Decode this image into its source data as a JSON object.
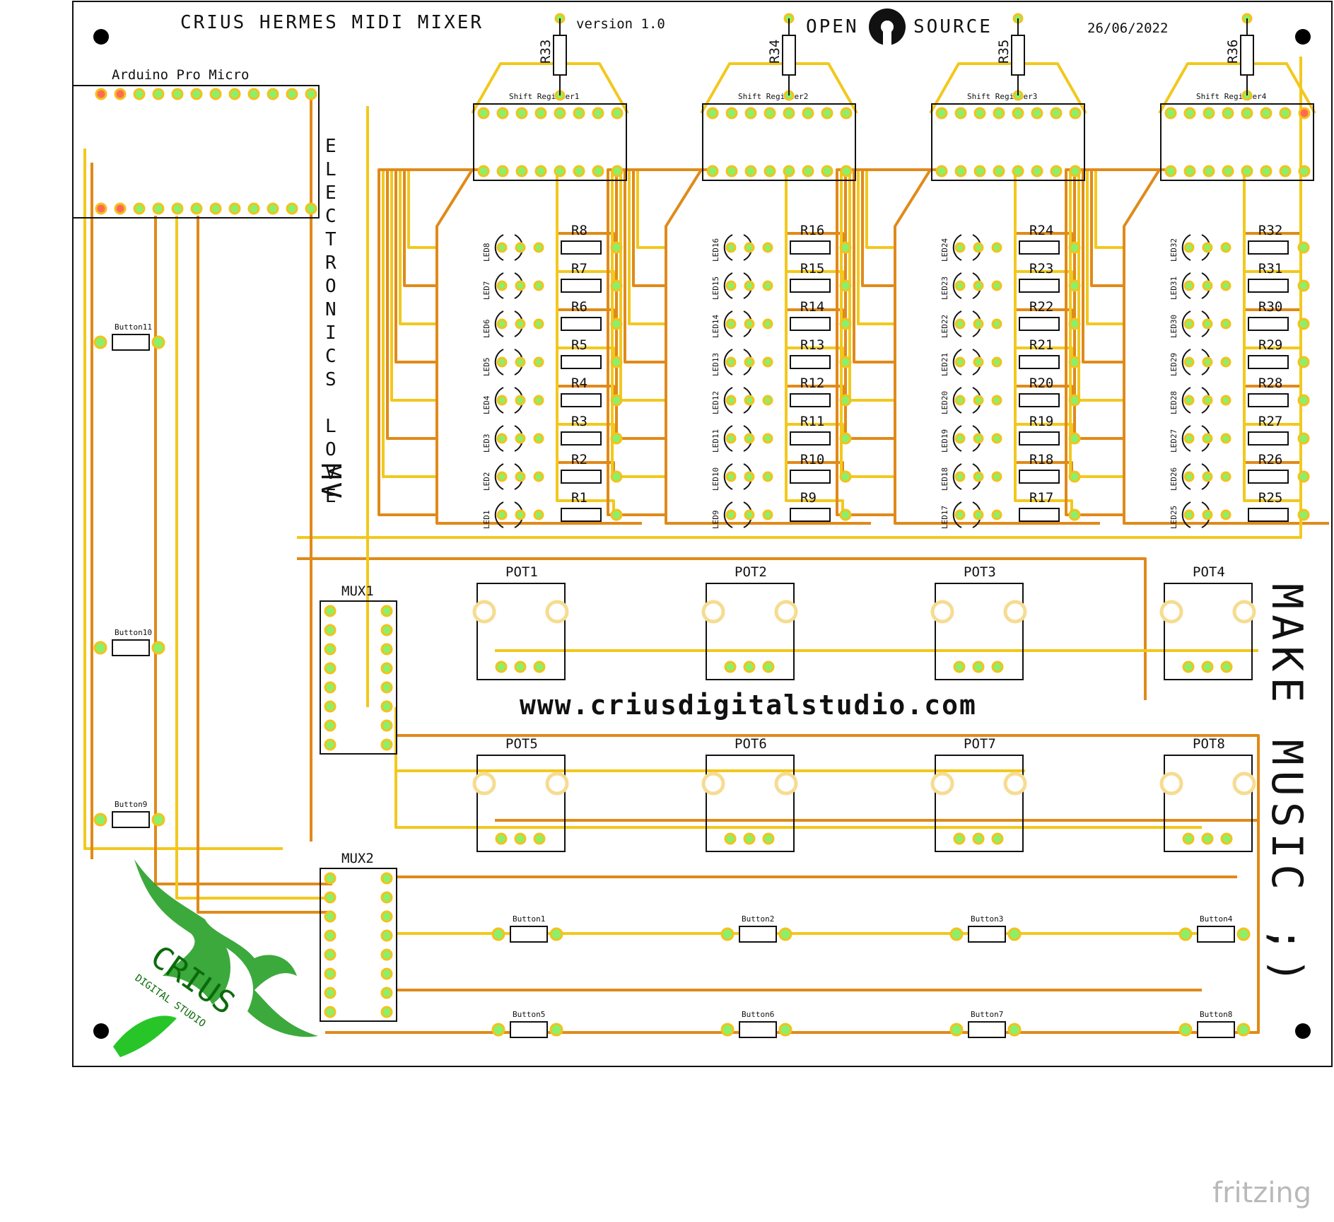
{
  "board": {
    "title": "CRIUS HERMES MIDI MIXER",
    "version": "version 1.0",
    "open_source": [
      "OPEN",
      "SOURCE"
    ],
    "date": "26/06/2022",
    "website": "www.criusdigitalstudio.com",
    "slogan": "MAKE MUSIC ;)",
    "vertical_note": "ELECTRONICS LOVE",
    "initials": "MV",
    "arduino_label": "Arduino Pro Micro",
    "logo_text": [
      "CRIUS",
      "DIGITAL STUDIO"
    ],
    "watermark": "fritzing",
    "colors": {
      "top_trace": "#f2c81e",
      "bottom_trace": "#e08a1a",
      "pad": "#8af06a",
      "pad_square": "#ff6a55",
      "logo": "#22cc22"
    }
  },
  "shift_registers": [
    "Shift Register1",
    "Shift Register2",
    "Shift Register3",
    "Shift Register4"
  ],
  "pullup_resistors": [
    "R33",
    "R34",
    "R35",
    "R36"
  ],
  "leds": [
    [
      "LED8",
      "LED7",
      "LED6",
      "LED5",
      "LED4",
      "LED3",
      "LED2",
      "LED1"
    ],
    [
      "LED16",
      "LED15",
      "LED14",
      "LED13",
      "LED12",
      "LED11",
      "LED10",
      "LED9"
    ],
    [
      "LED24",
      "LED23",
      "LED22",
      "LED21",
      "LED20",
      "LED19",
      "LED18",
      "LED17"
    ],
    [
      "LED32",
      "LED31",
      "LED30",
      "LED29",
      "LED28",
      "LED27",
      "LED26",
      "LED25"
    ]
  ],
  "resistors": [
    [
      "R8",
      "R7",
      "R6",
      "R5",
      "R4",
      "R3",
      "R2",
      "R1"
    ],
    [
      "R16",
      "R15",
      "R14",
      "R13",
      "R12",
      "R11",
      "R10",
      "R9"
    ],
    [
      "R24",
      "R23",
      "R22",
      "R21",
      "R20",
      "R19",
      "R18",
      "R17"
    ],
    [
      "R32",
      "R31",
      "R30",
      "R29",
      "R28",
      "R27",
      "R26",
      "R25"
    ]
  ],
  "multiplexers": [
    "MUX1",
    "MUX2"
  ],
  "pots": [
    "POT1",
    "POT2",
    "POT3",
    "POT4",
    "POT5",
    "POT6",
    "POT7",
    "POT8"
  ],
  "buttons_left": [
    "Button11",
    "Button10",
    "Button9"
  ],
  "buttons_bottom": [
    "Button1",
    "Button2",
    "Button3",
    "Button4",
    "Button5",
    "Button6",
    "Button7",
    "Button8"
  ]
}
